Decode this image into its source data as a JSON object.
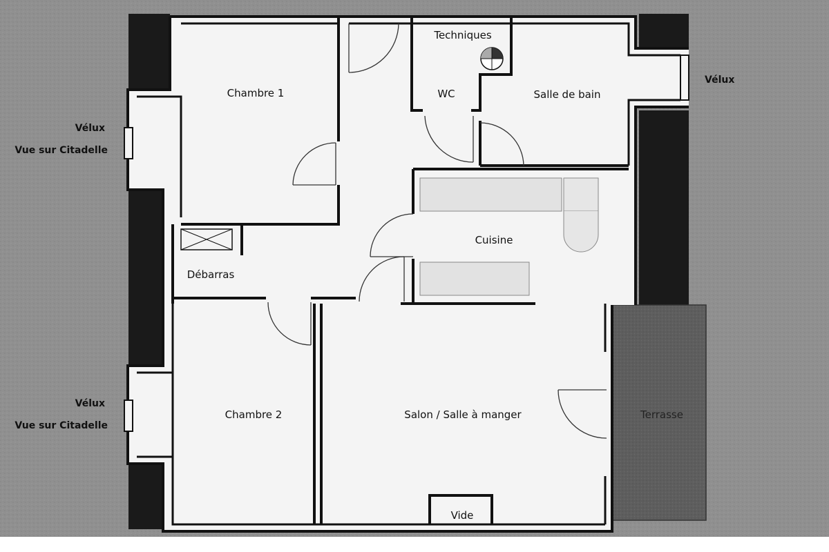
{
  "rooms": {
    "chambre1": "Chambre 1",
    "techniques": "Techniques",
    "wc": "WC",
    "salle_de_bain": "Salle de bain",
    "cuisine": "Cuisine",
    "debarras": "Débarras",
    "chambre2": "Chambre 2",
    "salon": "Salon / Salle à manger",
    "terrasse": "Terrasse",
    "vide": "Vide"
  },
  "side_labels": {
    "velux_left_top": "Vélux",
    "vue_left_top": "Vue sur Citadelle",
    "velux_left_bottom": "Vélux",
    "vue_left_bottom": "Vue sur Citadelle",
    "velux_right": "Vélux"
  },
  "colors": {
    "background": "#8f8f8f",
    "floor": "#f4f4f4",
    "wall": "#111111",
    "terrace": "#5c5c5c",
    "dark_band": "#1a1a1a"
  }
}
